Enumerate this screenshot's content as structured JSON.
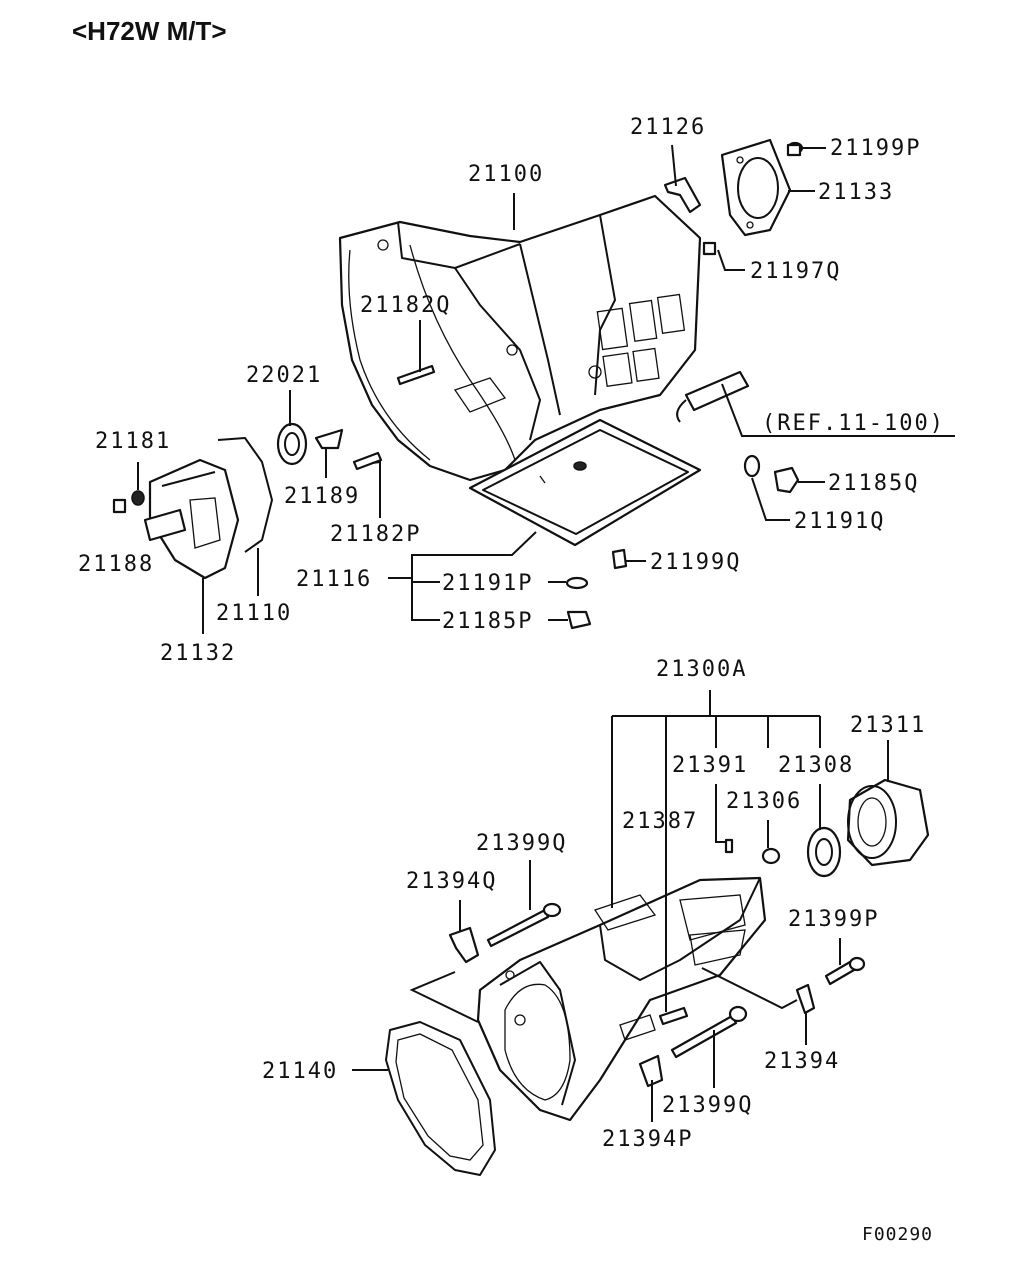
{
  "title": "<H72W M/T>",
  "figure_code": "F00290",
  "colors": {
    "line": "#111111",
    "background": "#ffffff"
  },
  "labels": {
    "p21126": "21126",
    "p21199P_top": "21199P",
    "p21100": "21100",
    "p21133": "21133",
    "p21197Q": "21197Q",
    "p21182Q": "21182Q",
    "p22021": "22021",
    "ref": "(REF.11-100)",
    "p21181": "21181",
    "p21185Q": "21185Q",
    "p21189": "21189",
    "p21191Q": "21191Q",
    "p21182P": "21182P",
    "p21188": "21188",
    "p21199Q_mid": "21199Q",
    "p21116": "21116",
    "p21191P": "21191P",
    "p21110": "21110",
    "p21185P": "21185P",
    "p21132": "21132",
    "p21300A": "21300A",
    "p21311": "21311",
    "p21391": "21391",
    "p21308": "21308",
    "p21306": "21306",
    "p21387": "21387",
    "p21399Q_top": "21399Q",
    "p21394Q": "21394Q",
    "p21399P": "21399P",
    "p21394": "21394",
    "p21140": "21140",
    "p21399Q_bottom": "21399Q",
    "p21394P": "21394P"
  }
}
